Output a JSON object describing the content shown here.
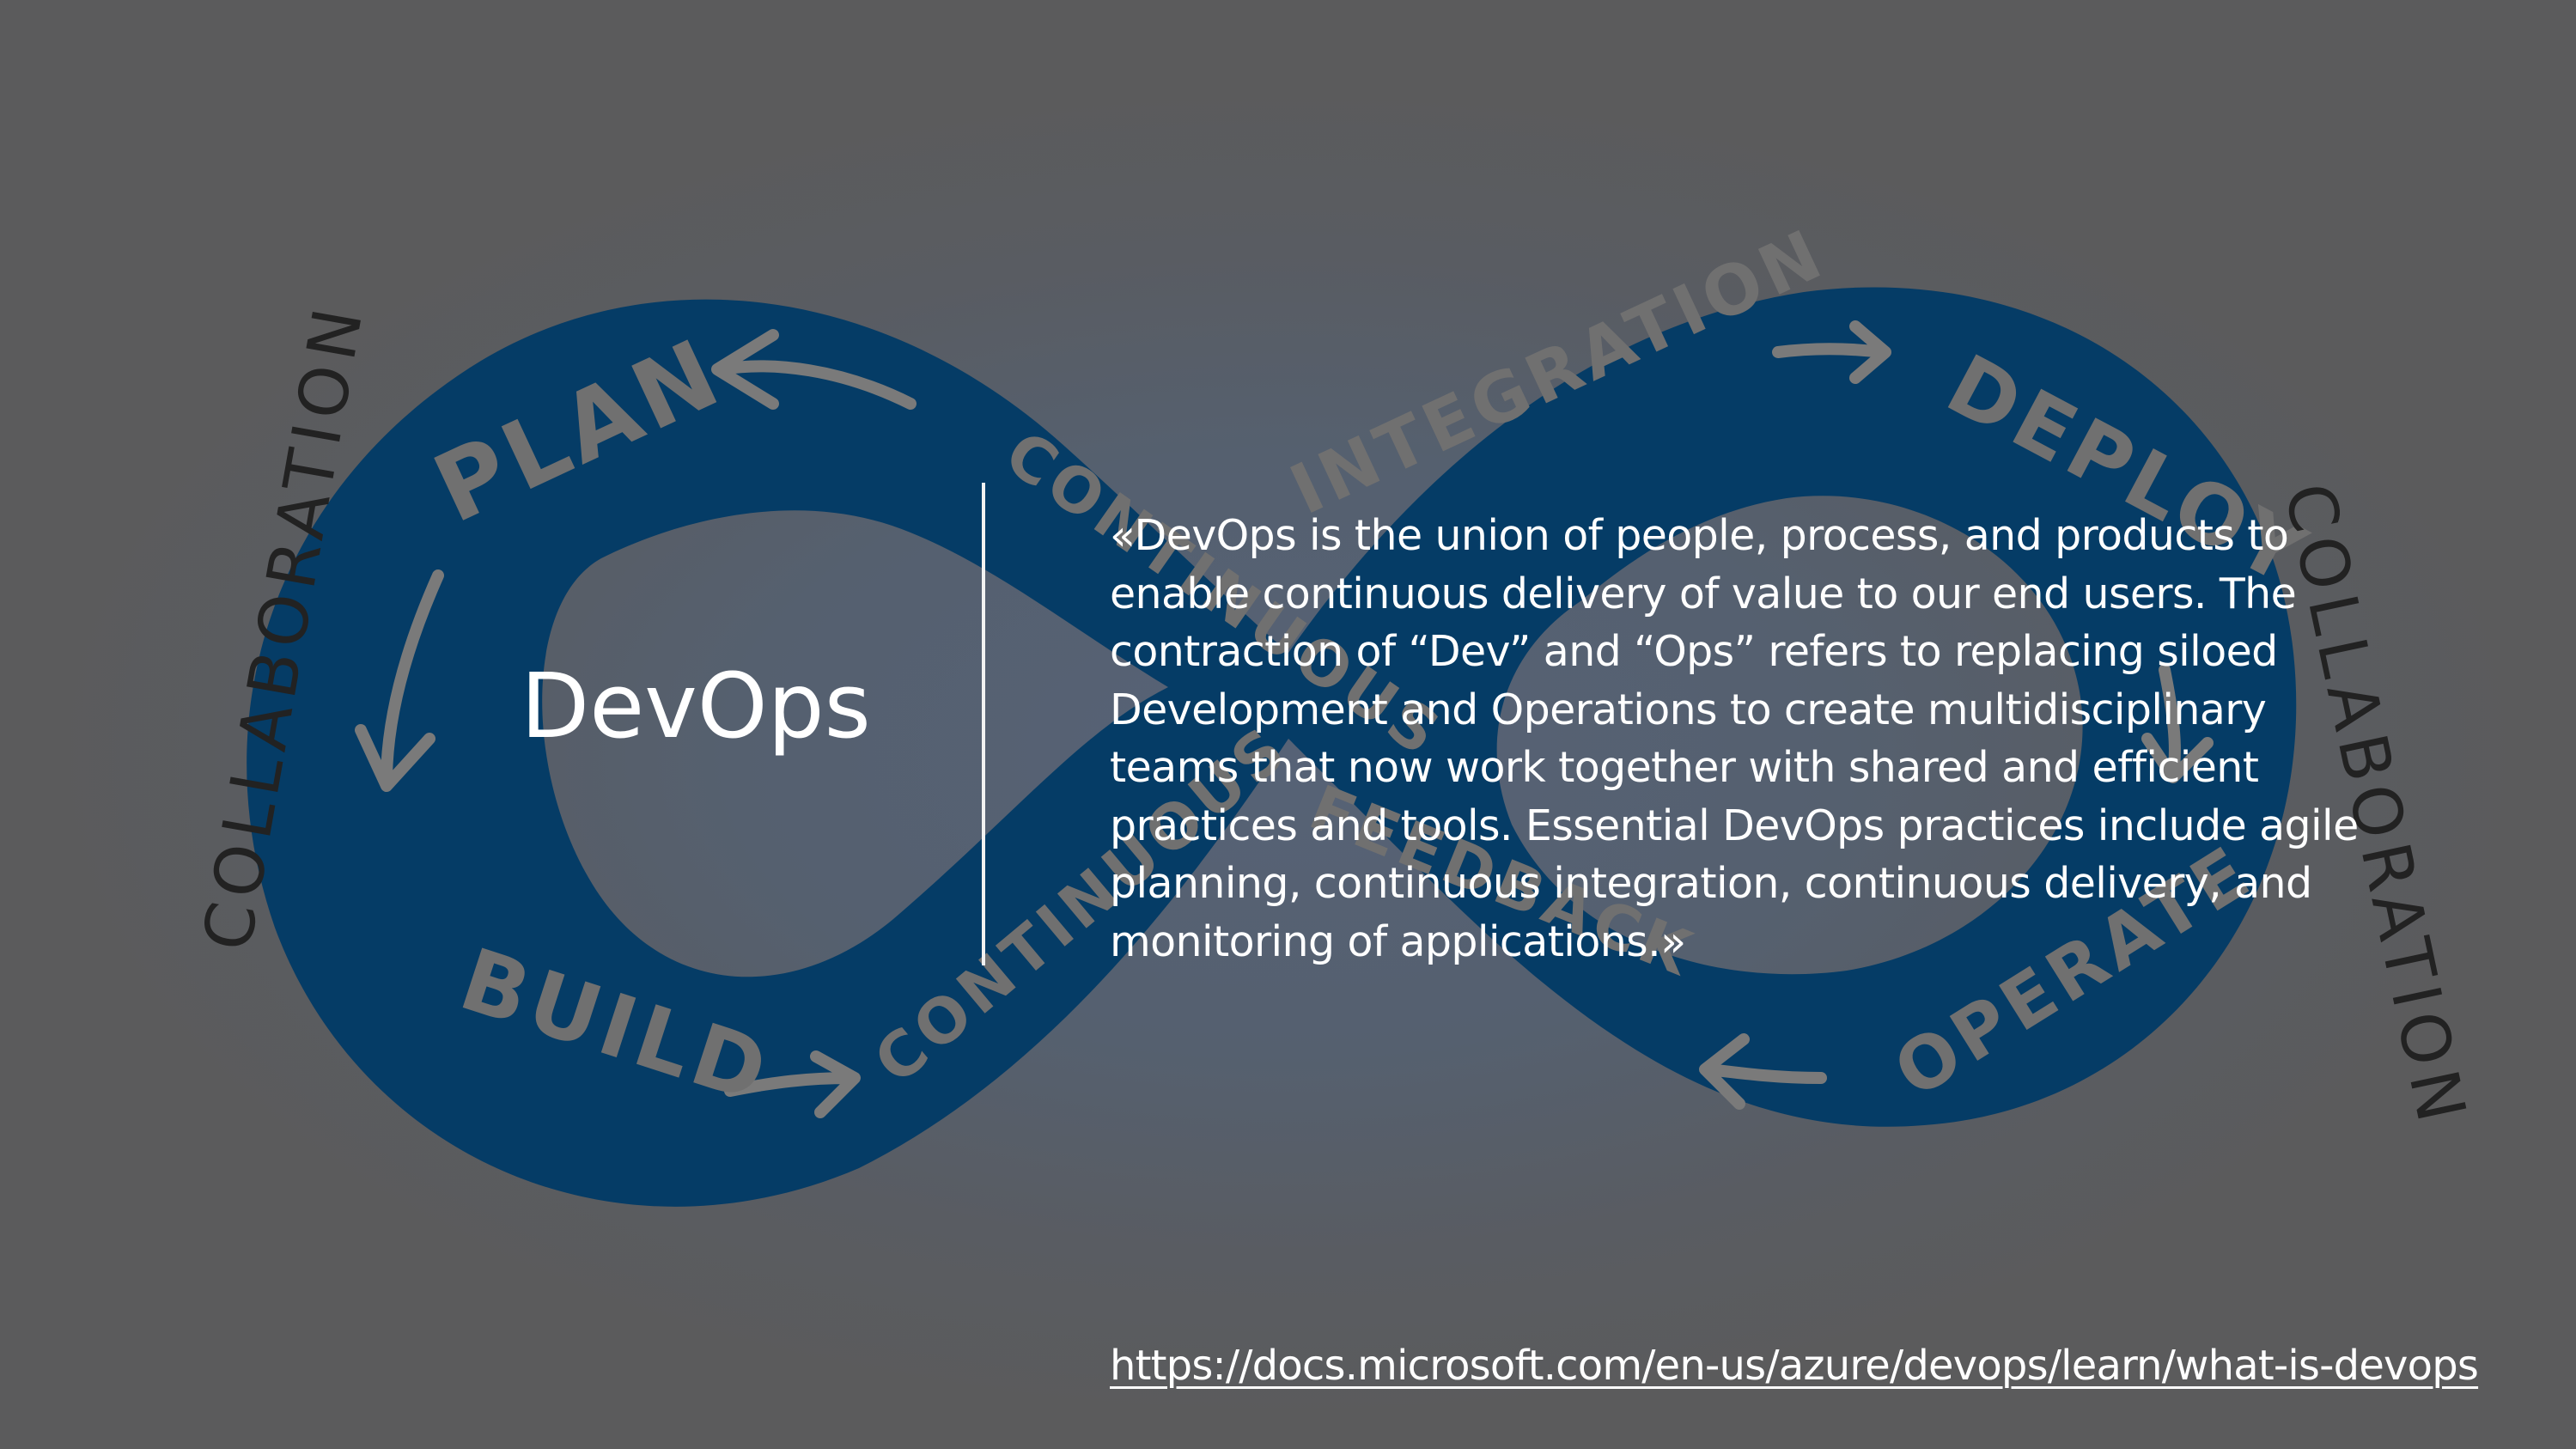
{
  "slide": {
    "title": "DevOps",
    "quote": "«DevOps is the union of people, process, and products to enable continuous delivery of value to our end users. The contraction of “Dev” and “Ops” refers to replacing siloed Development and Operations to create multidisciplinary teams that now work together with shared and efficient practices and tools. Essential DevOps practices include agile planning, continuous integration, continuous delivery, and monitoring of applications.»",
    "source_url": "https://docs.microsoft.com/en-us/azure/devops/learn/what-is-devops"
  },
  "background_diagram": {
    "words": {
      "plan": "PLAN",
      "build": "BUILD",
      "continuous_left_top": "CONTINUOUS",
      "continuous_left_bottom": "CONTINUOUS",
      "integration": "INTEGRATION",
      "deploy": "DEPLOY",
      "operate": "OPERATE",
      "feedback": "FEEDBACK",
      "collaboration_left": "COLLABORATION",
      "collaboration_right": "COLLABORATION"
    },
    "colors": {
      "loop_fill": "#053c66",
      "sketch_text": "#707070",
      "collab_text": "#222222",
      "page_background": "#5b5b5c"
    }
  }
}
